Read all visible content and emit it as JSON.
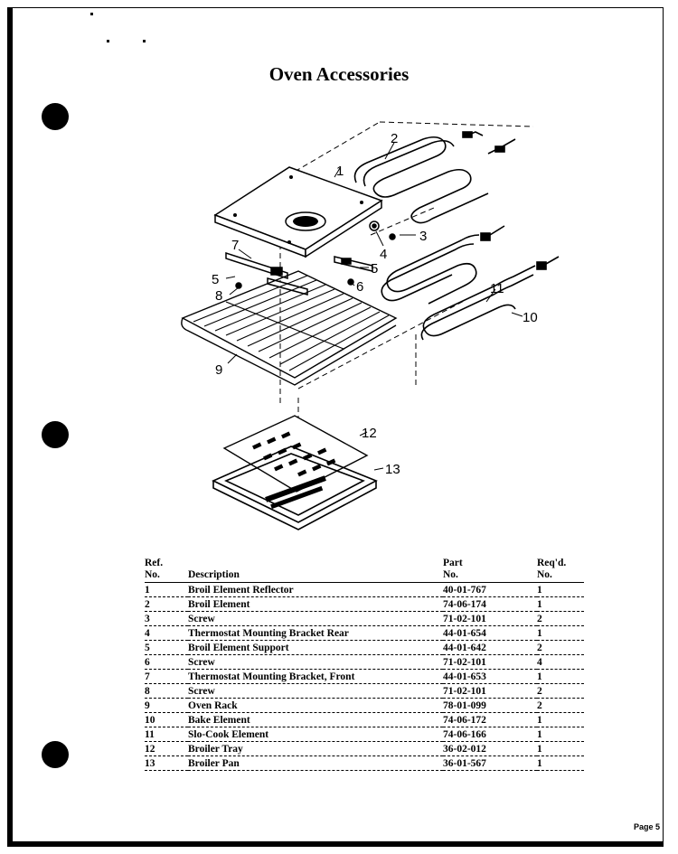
{
  "page": {
    "title": "Oven Accessories",
    "page_number": "Page 5"
  },
  "diagram": {
    "callouts": [
      "1",
      "2",
      "3",
      "4",
      "5",
      "5",
      "6",
      "7",
      "8",
      "9",
      "10",
      "11",
      "12",
      "13"
    ]
  },
  "parts_table": {
    "headers": {
      "ref_line1": "Ref.",
      "ref_line2": "No.",
      "description": "Description",
      "part_line1": "Part",
      "part_line2": "No.",
      "qty_line1": "Req'd.",
      "qty_line2": "No."
    },
    "rows": [
      {
        "ref": "1",
        "description": "Broil Element Reflector",
        "part": "40-01-767",
        "qty": "1"
      },
      {
        "ref": "2",
        "description": "Broil Element",
        "part": "74-06-174",
        "qty": "1"
      },
      {
        "ref": "3",
        "description": "Screw",
        "part": "71-02-101",
        "qty": "2"
      },
      {
        "ref": "4",
        "description": "Thermostat Mounting Bracket Rear",
        "part": "44-01-654",
        "qty": "1"
      },
      {
        "ref": "5",
        "description": "Broil Element Support",
        "part": "44-01-642",
        "qty": "2"
      },
      {
        "ref": "6",
        "description": "Screw",
        "part": "71-02-101",
        "qty": "4"
      },
      {
        "ref": "7",
        "description": "Thermostat Mounting Bracket, Front",
        "part": "44-01-653",
        "qty": "1"
      },
      {
        "ref": "8",
        "description": "Screw",
        "part": "71-02-101",
        "qty": "2"
      },
      {
        "ref": "9",
        "description": "Oven Rack",
        "part": "78-01-099",
        "qty": "2"
      },
      {
        "ref": "10",
        "description": "Bake Element",
        "part": "74-06-172",
        "qty": "1"
      },
      {
        "ref": "11",
        "description": "Slo-Cook Element",
        "part": "74-06-166",
        "qty": "1"
      },
      {
        "ref": "12",
        "description": "Broiler Tray",
        "part": "36-02-012",
        "qty": "1"
      },
      {
        "ref": "13",
        "description": "Broiler Pan",
        "part": "36-01-567",
        "qty": "1"
      }
    ]
  }
}
